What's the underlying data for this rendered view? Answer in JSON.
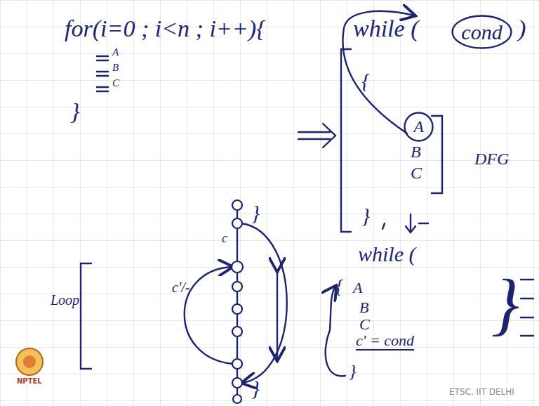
{
  "diagram": {
    "nodes": [
      {
        "text": [
          "cond"
        ]
      },
      {
        "text": [
          "A"
        ]
      }
    ],
    "labels": [
      "for(i=0 ; i<n ; i++){",
      "A",
      "B",
      "C",
      "}",
      "while (",
      ")",
      "{",
      "B",
      "C",
      "DFG",
      "}",
      "while (",
      "{",
      "A",
      "B",
      "C",
      "c' = cond",
      "}",
      "}",
      "c",
      "c'/-",
      "Loop",
      "NPTEL",
      "ETSC, IIT DELHI",
      "}",
      "}"
    ]
  }
}
